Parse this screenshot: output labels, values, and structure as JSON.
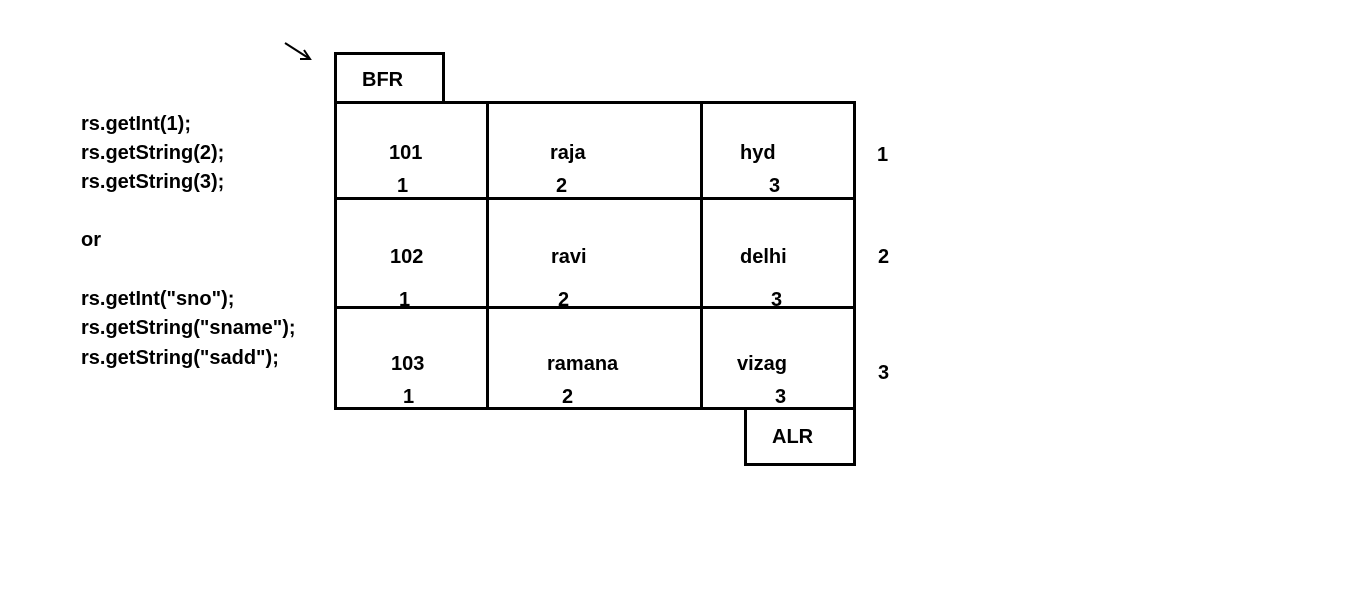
{
  "code": {
    "index_calls": [
      "rs.getInt(1);",
      "rs.getString(2);",
      "rs.getString(3);"
    ],
    "or_label": "or",
    "name_calls": [
      "rs.getInt(\"sno\");",
      "rs.getString(\"sname\");",
      "rs.getString(\"sadd\");"
    ]
  },
  "markers": {
    "before_first": "BFR",
    "after_last": "ALR"
  },
  "table": {
    "rows": [
      {
        "cells": [
          "101",
          "raja",
          "hyd"
        ],
        "row_number": "1"
      },
      {
        "cells": [
          "102",
          "ravi",
          "delhi"
        ],
        "row_number": "2"
      },
      {
        "cells": [
          "103",
          "ramana",
          "vizag"
        ],
        "row_number": "3"
      }
    ],
    "column_indices": [
      "1",
      "2",
      "3"
    ]
  }
}
